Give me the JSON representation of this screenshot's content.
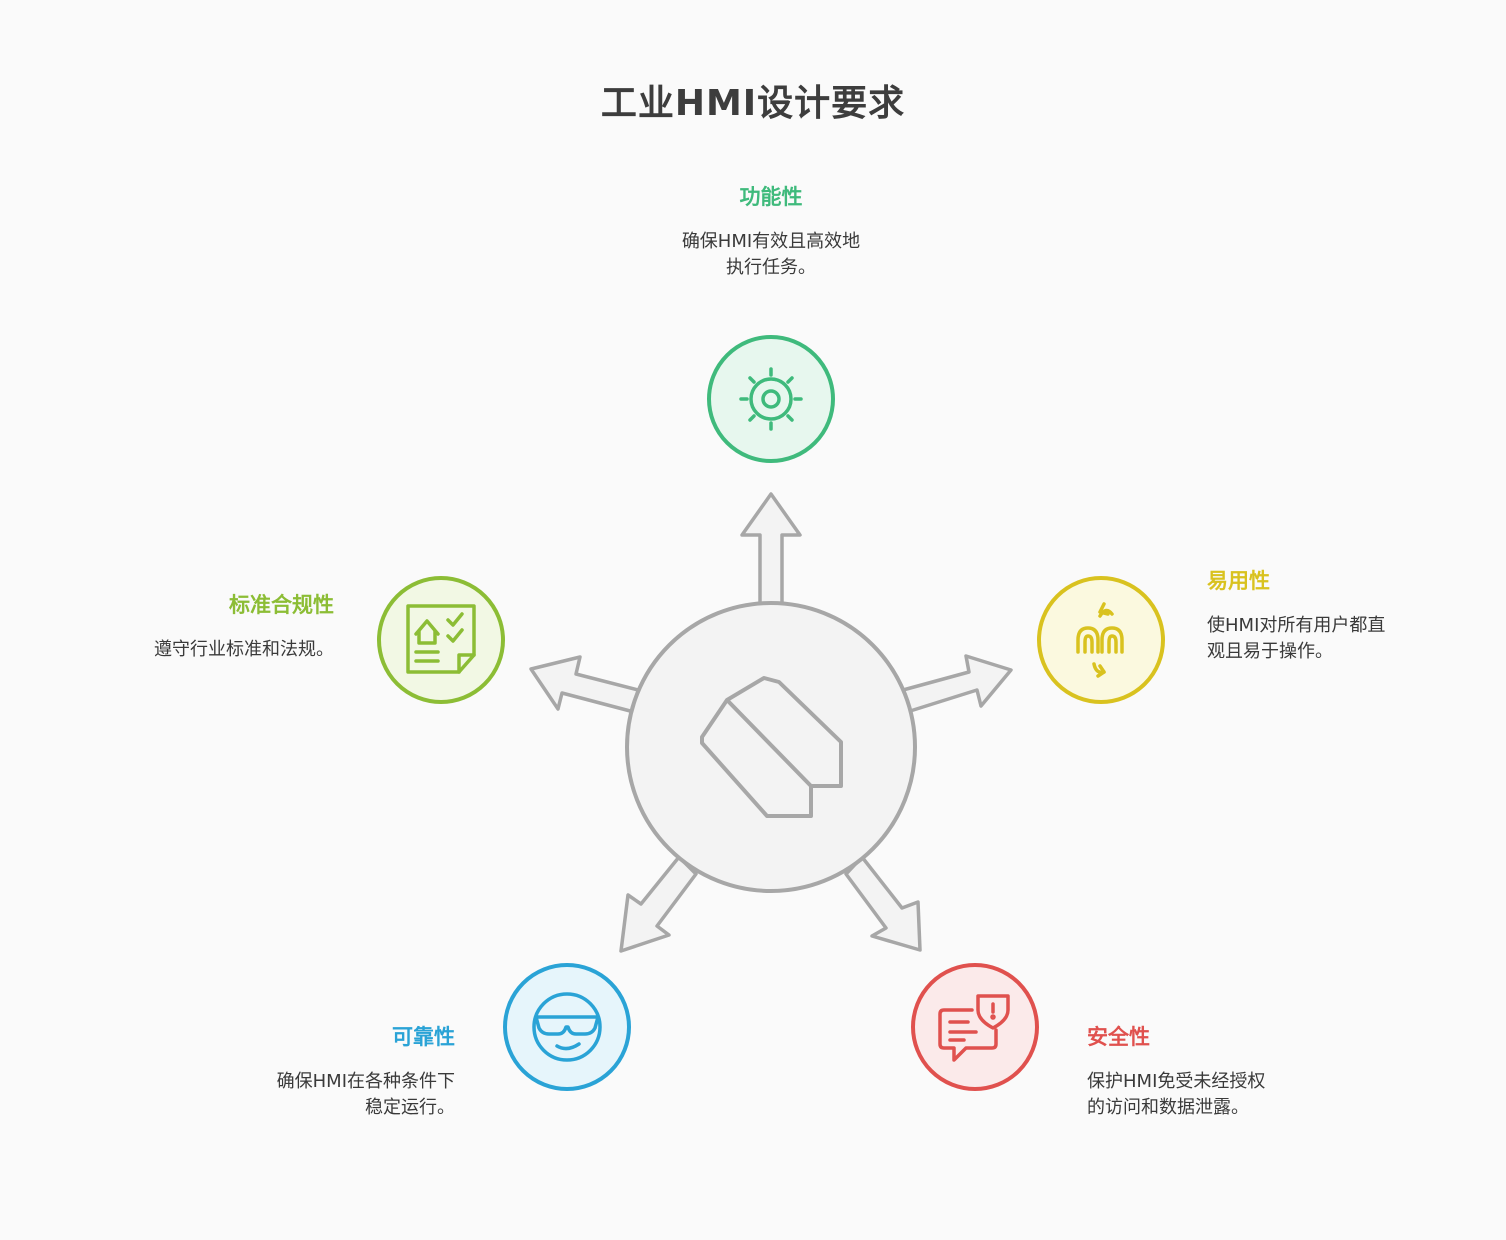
{
  "title": "工业HMI设计要求",
  "items": [
    {
      "label": "功能性",
      "lines": [
        "确保HMI有效且高效地",
        "执行任务。"
      ],
      "color": "#3fba7c",
      "fill": "#e7f7ee",
      "icon": "gear-icon"
    },
    {
      "label": "易用性",
      "lines": [
        "使HMI对所有用户都直",
        "观且易于操作。"
      ],
      "color": "#d9c21f",
      "fill": "#fbf9df",
      "icon": "touch-gesture-icon"
    },
    {
      "label": "安全性",
      "lines": [
        "保护HMI免受未经授权",
        "的访问和数据泄露。"
      ],
      "color": "#e0514e",
      "fill": "#fbeaea",
      "icon": "secure-chat-icon"
    },
    {
      "label": "可靠性",
      "lines": [
        "确保HMI在各种条件下",
        "稳定运行。"
      ],
      "color": "#2aa3d6",
      "fill": "#e6f5fb",
      "icon": "smiling-face-sunglasses-icon"
    },
    {
      "label": "标准合规性",
      "lines": [
        "遵守行业标准和法规。"
      ],
      "color": "#8cbd35",
      "fill": "#f2f8e4",
      "icon": "compliance-checklist-icon"
    }
  ],
  "hub": {
    "icon": "octagon-slash-icon",
    "color": "#a7a7a7",
    "fill": "#f3f3f3"
  }
}
